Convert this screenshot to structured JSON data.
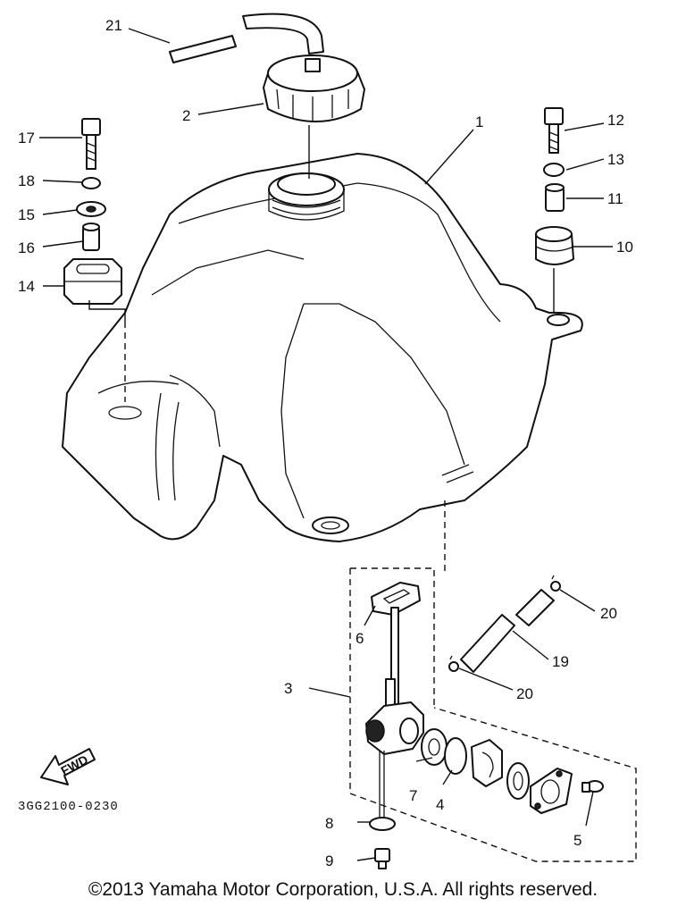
{
  "catalog_number": "3GG2100-0230",
  "fwd_label": "FWD",
  "copyright": "©2013 Yamaha Motor Corporation, U.S.A. All rights reserved.",
  "labels": {
    "p1": "1",
    "p2": "2",
    "p3": "3",
    "p4": "4",
    "p5": "5",
    "p6": "6",
    "p7": "7",
    "p8": "8",
    "p9": "9",
    "p10": "10",
    "p11": "11",
    "p12": "12",
    "p13": "13",
    "p14": "14",
    "p15": "15",
    "p16": "16",
    "p17": "17",
    "p18": "18",
    "p19": "19",
    "p20a": "20",
    "p20b": "20",
    "p21": "21"
  }
}
